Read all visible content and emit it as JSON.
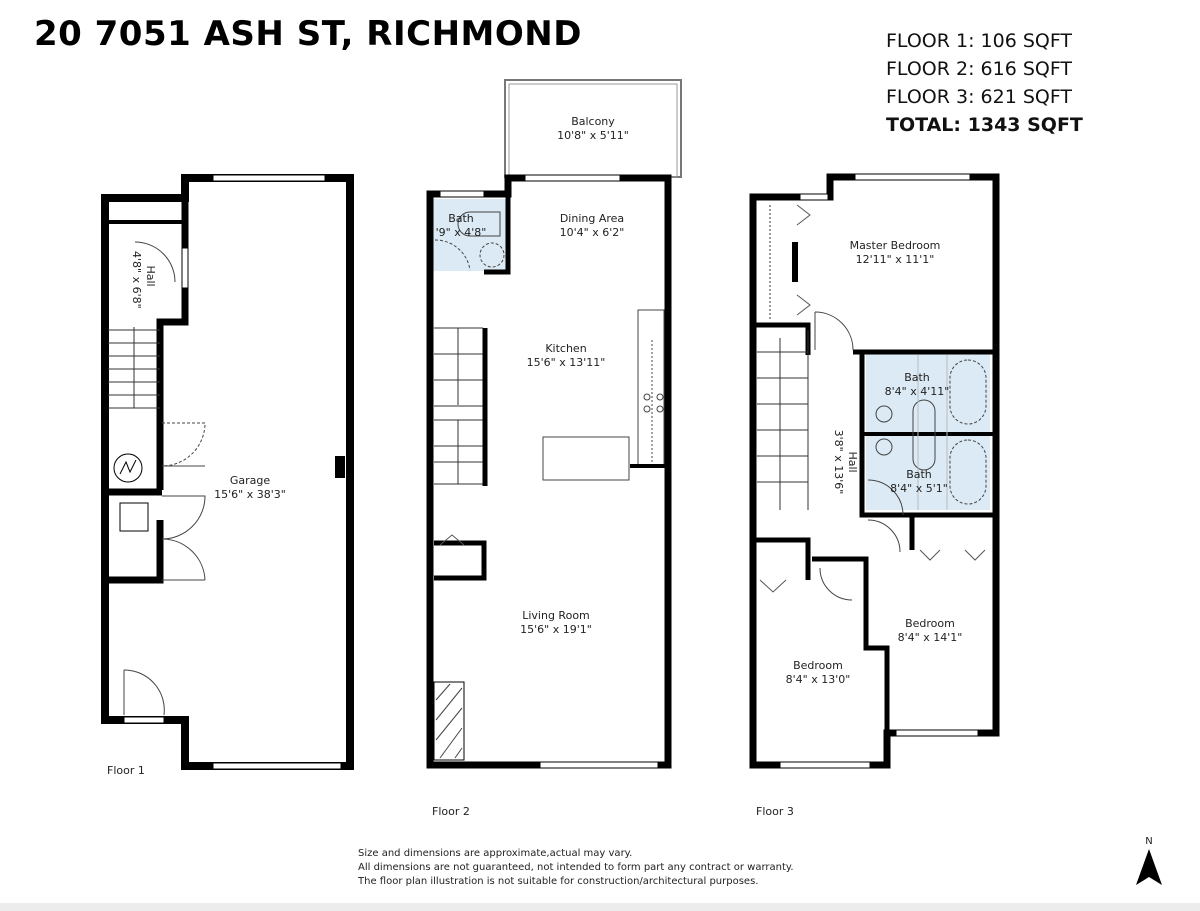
{
  "header": {
    "address": "20 7051 ASH ST, RICHMOND"
  },
  "area_summary": {
    "floor1": "FLOOR 1: 106 SQFT",
    "floor2": "FLOOR 2: 616 SQFT",
    "floor3": "FLOOR 3: 621 SQFT",
    "total": "TOTAL: 1343 SQFT"
  },
  "floors": [
    {
      "label": "Floor 1",
      "rooms": [
        {
          "name": "Hall",
          "dims": "4'8\" x 6'8\""
        },
        {
          "name": "Garage",
          "dims": "15'6\" x 38'3\""
        }
      ]
    },
    {
      "label": "Floor 2",
      "rooms": [
        {
          "name": "Balcony",
          "dims": "10'8\" x 5'11\""
        },
        {
          "name": "Bath",
          "dims": "'9\" x 4'8\""
        },
        {
          "name": "Dining Area",
          "dims": "10'4\" x 6'2\""
        },
        {
          "name": "Kitchen",
          "dims": "15'6\" x 13'11\""
        },
        {
          "name": "Living Room",
          "dims": "15'6\" x 19'1\""
        }
      ]
    },
    {
      "label": "Floor 3",
      "rooms": [
        {
          "name": "Master Bedroom",
          "dims": "12'11\" x 11'1\""
        },
        {
          "name": "Bath",
          "dims": "8'4\" x 4'11\""
        },
        {
          "name": "Bath",
          "dims": "8'4\" x 5'1\""
        },
        {
          "name": "Hall",
          "dims": "3'8\" x 13'6\""
        },
        {
          "name": "Bedroom",
          "dims": "8'4\" x 14'1\""
        },
        {
          "name": "Bedroom",
          "dims": "8'4\" x 13'0\""
        }
      ]
    }
  ],
  "disclaimer": {
    "line1": "Size and dimensions are approximate,actual may vary.",
    "line2": "All dimensions are not guaranteed, not intended to form part any contract or warranty.",
    "line3": "The floor plan illustration is not suitable for construction/architectural purposes."
  },
  "compass": {
    "label": "N",
    "icon": "north-arrow-icon"
  },
  "colors": {
    "wall": "#000000",
    "bath_fill": "#dbeaf5",
    "background": "#ffffff"
  }
}
